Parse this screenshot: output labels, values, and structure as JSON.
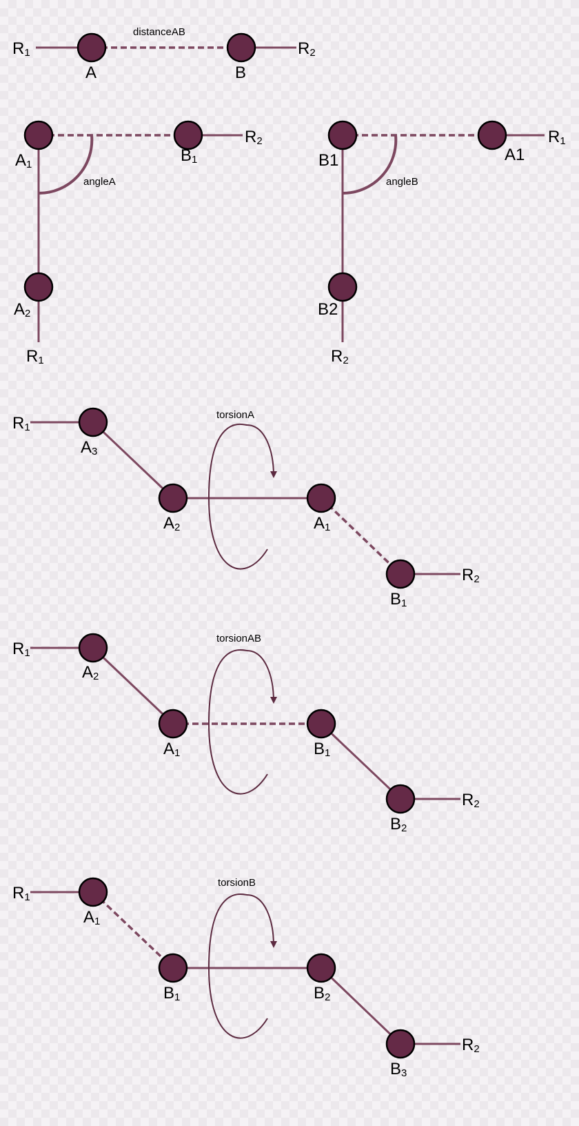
{
  "labels": {
    "distance": "distanceAB",
    "angle_a": "angleA",
    "angle_b": "angleB",
    "torsion_a": "torsionA",
    "torsion_ab": "torsionAB",
    "torsion_b": "torsionB"
  },
  "atoms": {
    "p1_r1": [
      "R",
      "1"
    ],
    "p1_a": [
      "A",
      ""
    ],
    "p1_b": [
      "B",
      ""
    ],
    "p1_r2": [
      "R",
      "2"
    ],
    "p2_a1": [
      "A",
      "1"
    ],
    "p2_b1": [
      "B",
      "1"
    ],
    "p2_r2": [
      "R",
      "2"
    ],
    "p2_a2": [
      "A",
      "2"
    ],
    "p2_r1": [
      "R",
      "1"
    ],
    "p3_b1": [
      "B1",
      ""
    ],
    "p3_a1": [
      "A1",
      ""
    ],
    "p3_r1": [
      "R",
      "1"
    ],
    "p3_b2": [
      "B2",
      ""
    ],
    "p3_r2": [
      "R",
      "2"
    ],
    "p4_r1": [
      "R",
      "1"
    ],
    "p4_a3": [
      "A",
      "3"
    ],
    "p4_a2": [
      "A",
      "2"
    ],
    "p4_a1": [
      "A",
      "1"
    ],
    "p4_b1": [
      "B",
      "1"
    ],
    "p4_r2": [
      "R",
      "2"
    ],
    "p5_r1": [
      "R",
      "1"
    ],
    "p5_a2": [
      "A",
      "2"
    ],
    "p5_a1": [
      "A",
      "1"
    ],
    "p5_b1": [
      "B",
      "1"
    ],
    "p5_b2": [
      "B",
      "2"
    ],
    "p5_r2": [
      "R",
      "2"
    ],
    "p6_r1": [
      "R",
      "1"
    ],
    "p6_a1": [
      "A",
      "1"
    ],
    "p6_b1": [
      "B",
      "1"
    ],
    "p6_b2": [
      "B",
      "2"
    ],
    "p6_b3": [
      "B",
      "3"
    ],
    "p6_r2": [
      "R",
      "2"
    ]
  },
  "colors": {
    "atom_fill": "#652a47",
    "bond": "#7d4860",
    "rotation_arrow": "#5c2a40"
  }
}
